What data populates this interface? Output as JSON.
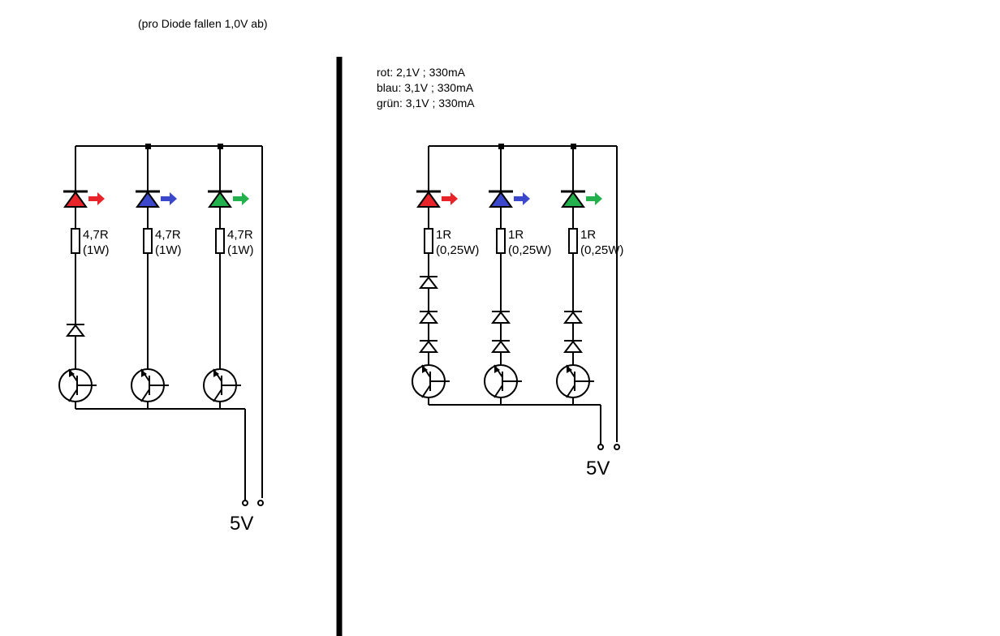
{
  "note": "(pro Diode fallen 1,0V ab)",
  "specs": [
    "rot: 2,1V ; 330mA",
    "blau: 3,1V ; 330mA",
    "grün: 3,1V ; 330mA"
  ],
  "colors": {
    "red": "#e8232a",
    "blue": "#3b48cc",
    "green": "#22b14c",
    "wire": "#000000"
  },
  "left_circuit": {
    "leds": [
      "red",
      "blue",
      "green"
    ],
    "resistor_value": "4,7R",
    "resistor_power": "(1W)",
    "diodes_per_branch": [
      1,
      0,
      0
    ],
    "supply_label": "5V"
  },
  "right_circuit": {
    "leds": [
      "red",
      "blue",
      "green"
    ],
    "resistor_value": "1R",
    "resistor_power": "(0,25W)",
    "diodes_per_branch": [
      3,
      2,
      2
    ],
    "supply_label": "5V"
  }
}
